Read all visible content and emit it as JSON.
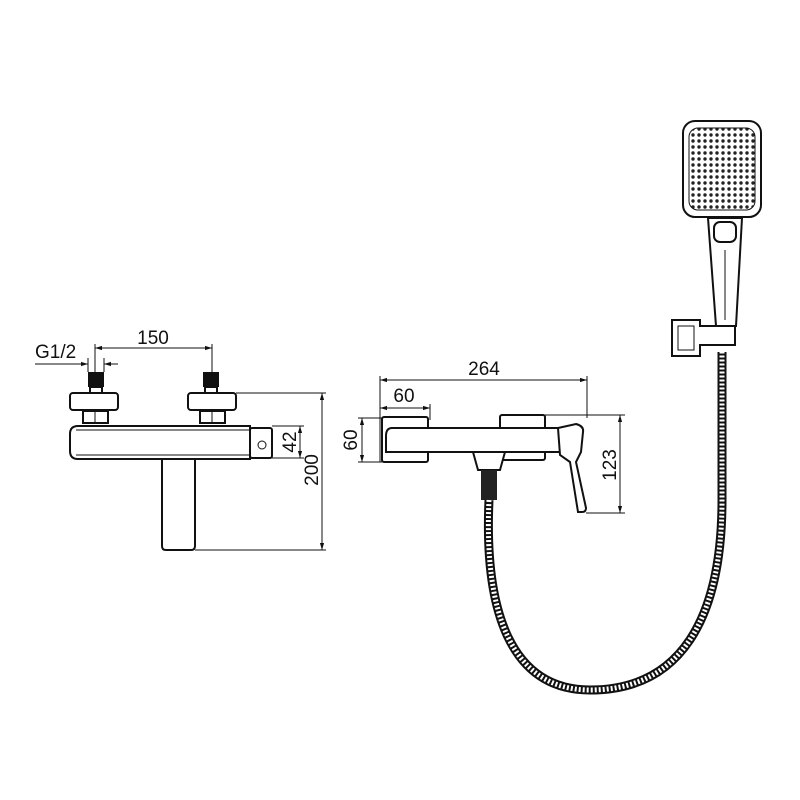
{
  "drawing": {
    "front_view": {
      "thread_label": "G1/2",
      "inlet_spacing": "150",
      "body_height": "42",
      "overall_height": "200"
    },
    "side_view": {
      "overall_depth": "264",
      "flange_depth": "60",
      "flange_height": "60",
      "lever_height": "123"
    },
    "colors": {
      "line": "#111111",
      "background": "#ffffff"
    }
  }
}
